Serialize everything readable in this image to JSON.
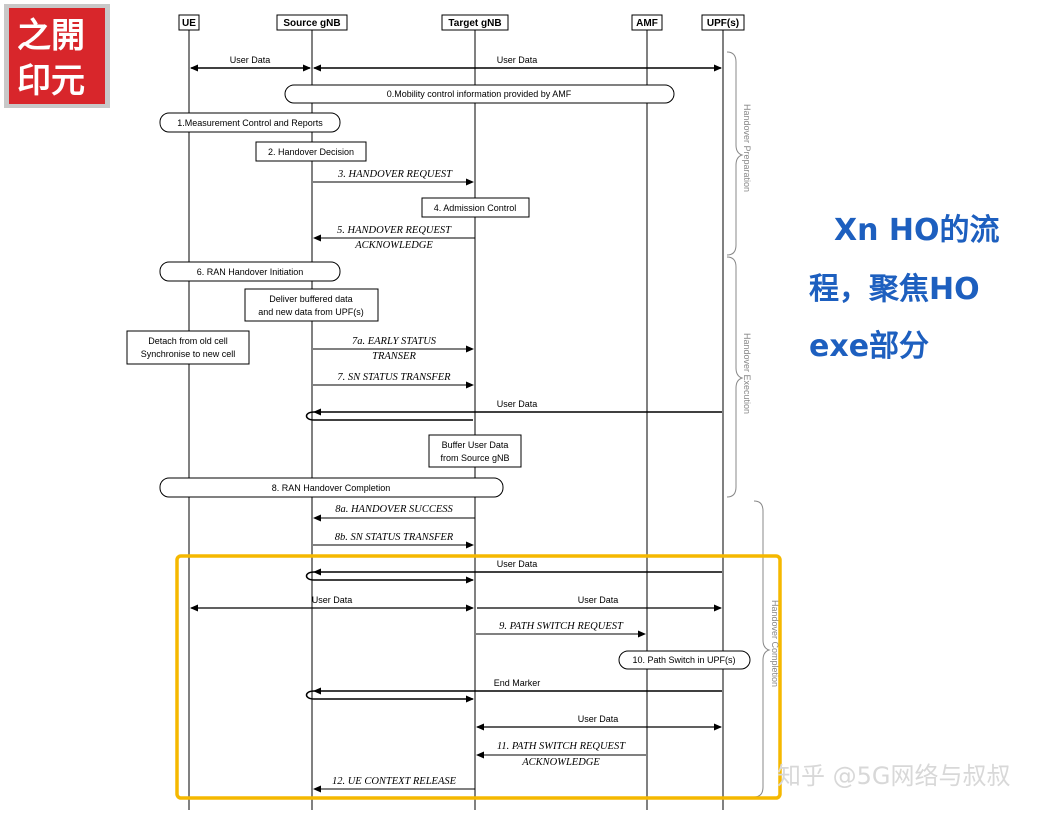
{
  "logo": {
    "text_top": "之開",
    "text_bottom": "印元"
  },
  "entities": [
    "UE",
    "Source gNB",
    "Target gNB",
    "AMF",
    "UPF(s)"
  ],
  "steps": {
    "user_data": "User Data",
    "s0": "0.Mobility control information provided by AMF",
    "s1": "1.Measurement Control and Reports",
    "s2": "2. Handover Decision",
    "s3": "3. HANDOVER REQUEST",
    "s4": "4. Admission Control",
    "s5a": "5. HANDOVER REQUEST",
    "s5b": "ACKNOWLEDGE",
    "s6": "6. RAN Handover Initiation",
    "deliver_a": "Deliver buffered data",
    "deliver_b": "and new data from UPF(s)",
    "detach_a": "Detach from old cell",
    "detach_b": "Synchronise to new cell",
    "s7a_a": "7a. EARLY STATUS",
    "s7a_b": "TRANSER",
    "s7": "7. SN STATUS TRANSFER",
    "buffer_a": "Buffer User Data",
    "buffer_b": "from Source gNB",
    "s8": "8. RAN Handover Completion",
    "s8a": "8a. HANDOVER SUCCESS",
    "s8b": "8b. SN STATUS TRANSFER",
    "s9": "9. PATH SWITCH REQUEST",
    "s10": "10. Path Switch in UPF(s)",
    "end_marker": "End Marker",
    "s11a": "11. PATH SWITCH REQUEST",
    "s11b": "ACKNOWLEDGE",
    "s12": "12. UE CONTEXT RELEASE"
  },
  "phases": {
    "preparation": "Handover Preparation",
    "execution": "Handover Execution",
    "completion": "Handover Completion"
  },
  "annotation": {
    "line1": "Xn HO的流",
    "line2": "程，聚焦HO",
    "line3": "exe部分"
  },
  "watermark": "知乎 @5G网络与叔叔",
  "colors": {
    "highlight": "#f5b800",
    "annotation": "#1d5fbf",
    "logo_bg": "#d8262b"
  }
}
